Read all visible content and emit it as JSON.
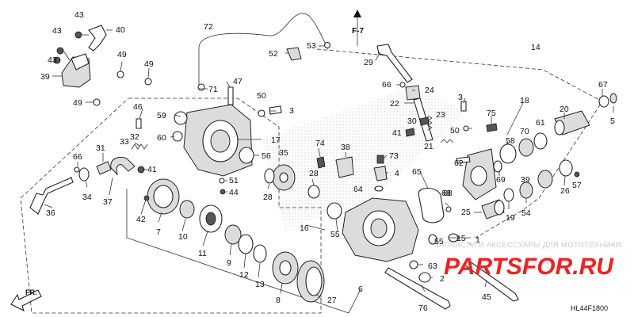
{
  "diagram": {
    "code": "HL44F1800",
    "ref_arrow": "F-7",
    "direction": "FR.",
    "watermark_text": "ЗАПЧАСТИ И АКСЕССУАРЫ ДЛЯ МОТОТЕХНИКИ",
    "watermark_logo": "PARTSFOR.RU",
    "accent_color": "#ee2222"
  },
  "callouts": [
    {
      "id": "c43a",
      "label": "43"
    },
    {
      "id": "c40",
      "label": "40"
    },
    {
      "id": "c43b",
      "label": "43"
    },
    {
      "id": "c43c",
      "label": "43"
    },
    {
      "id": "c39",
      "label": "39"
    },
    {
      "id": "c49a",
      "label": "49"
    },
    {
      "id": "c49b",
      "label": "49"
    },
    {
      "id": "c49c",
      "label": "49"
    },
    {
      "id": "c72",
      "label": "72"
    },
    {
      "id": "c71",
      "label": "71"
    },
    {
      "id": "c47",
      "label": "47"
    },
    {
      "id": "c52",
      "label": "52"
    },
    {
      "id": "c53",
      "label": "53"
    },
    {
      "id": "c29",
      "label": "29"
    },
    {
      "id": "c14",
      "label": "14"
    },
    {
      "id": "c67",
      "label": "67"
    },
    {
      "id": "c5",
      "label": "5"
    },
    {
      "id": "c66a",
      "label": "66"
    },
    {
      "id": "c24",
      "label": "24"
    },
    {
      "id": "c22",
      "label": "22"
    },
    {
      "id": "c3a",
      "label": "3"
    },
    {
      "id": "c3b",
      "label": "3"
    },
    {
      "id": "c50a",
      "label": "50"
    },
    {
      "id": "c50b",
      "label": "50"
    },
    {
      "id": "c75",
      "label": "75"
    },
    {
      "id": "c18",
      "label": "18"
    },
    {
      "id": "c20",
      "label": "20"
    },
    {
      "id": "c23",
      "label": "23"
    },
    {
      "id": "c30",
      "label": "30"
    },
    {
      "id": "c41a",
      "label": "41"
    },
    {
      "id": "c21",
      "label": "21"
    },
    {
      "id": "c70",
      "label": "70"
    },
    {
      "id": "c61",
      "label": "61"
    },
    {
      "id": "c46",
      "label": "46"
    },
    {
      "id": "c59",
      "label": "59"
    },
    {
      "id": "c60",
      "label": "60"
    },
    {
      "id": "c17",
      "label": "17"
    },
    {
      "id": "c56",
      "label": "56"
    },
    {
      "id": "c35",
      "label": "35"
    },
    {
      "id": "c74",
      "label": "74"
    },
    {
      "id": "c38",
      "label": "38"
    },
    {
      "id": "c73",
      "label": "73"
    },
    {
      "id": "c58",
      "label": "58"
    },
    {
      "id": "c55a",
      "label": "55"
    },
    {
      "id": "c62",
      "label": "62"
    },
    {
      "id": "c69",
      "label": "69"
    },
    {
      "id": "c33",
      "label": "33"
    },
    {
      "id": "c32",
      "label": "32"
    },
    {
      "id": "c31",
      "label": "31"
    },
    {
      "id": "c66b",
      "label": "66"
    },
    {
      "id": "c34",
      "label": "34"
    },
    {
      "id": "c37",
      "label": "37"
    },
    {
      "id": "c41b",
      "label": "41"
    },
    {
      "id": "c51",
      "label": "51"
    },
    {
      "id": "c44",
      "label": "44"
    },
    {
      "id": "c28a",
      "label": "28"
    },
    {
      "id": "c28b",
      "label": "28"
    },
    {
      "id": "c4",
      "label": "4"
    },
    {
      "id": "c64",
      "label": "64"
    },
    {
      "id": "c65",
      "label": "65"
    },
    {
      "id": "c68",
      "label": "68"
    },
    {
      "id": "c68b",
      "label": "68"
    },
    {
      "id": "c39b",
      "label": "39"
    },
    {
      "id": "c54",
      "label": "54"
    },
    {
      "id": "c26",
      "label": "26"
    },
    {
      "id": "c57",
      "label": "57"
    },
    {
      "id": "c19",
      "label": "19"
    },
    {
      "id": "c25",
      "label": "25"
    },
    {
      "id": "c36",
      "label": "36"
    },
    {
      "id": "c42",
      "label": "42"
    },
    {
      "id": "c7",
      "label": "7"
    },
    {
      "id": "c10",
      "label": "10"
    },
    {
      "id": "c11",
      "label": "11"
    },
    {
      "id": "c9",
      "label": "9"
    },
    {
      "id": "c12",
      "label": "12"
    },
    {
      "id": "c13",
      "label": "13"
    },
    {
      "id": "c8",
      "label": "8"
    },
    {
      "id": "c27",
      "label": "27"
    },
    {
      "id": "c6",
      "label": "6"
    },
    {
      "id": "c16",
      "label": "16"
    },
    {
      "id": "c55b",
      "label": "55"
    },
    {
      "id": "c15",
      "label": "15"
    },
    {
      "id": "c1",
      "label": "1"
    },
    {
      "id": "c63",
      "label": "63"
    },
    {
      "id": "c2",
      "label": "2"
    },
    {
      "id": "c76",
      "label": "76"
    },
    {
      "id": "c45",
      "label": "45"
    }
  ]
}
